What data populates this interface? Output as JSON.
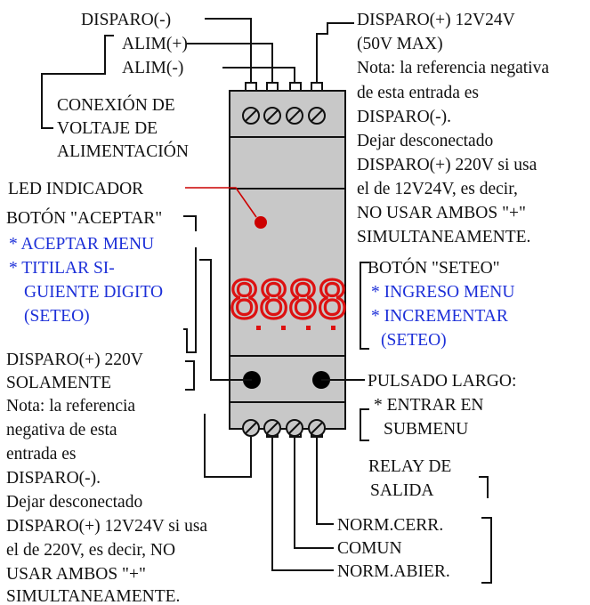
{
  "top_left": {
    "disparo_neg": "DISPARO(-)",
    "alim_pos": "ALIM(+)",
    "alim_neg": "ALIM(-)",
    "conexion": [
      "CONEXIÓN DE",
      "VOLTAJE DE",
      "ALIMENTACIÓN"
    ]
  },
  "top_right": {
    "lines": [
      "DISPARO(+) 12V24V",
      "(50V MAX)",
      "Nota: la referencia negativa",
      "de esta entrada es",
      "DISPARO(-).",
      "Dejar desconectado",
      "DISPARO(+) 220V si usa",
      "el de 12V24V, es decir,",
      "NO USAR AMBOS \"+\"",
      "SIMULTANEAMENTE."
    ]
  },
  "led_label": "LED INDICADOR",
  "aceptar": {
    "title": "BOTÓN \"ACEPTAR\"",
    "items": [
      "* ACEPTAR MENU",
      "* TITILAR SI-",
      "GUIENTE DIGITO",
      "(SETEO)"
    ]
  },
  "seteo": {
    "title": "BOTÓN \"SETEO\"",
    "items": [
      "* INGRESO MENU",
      "* INCREMENTAR",
      "(SETEO)"
    ]
  },
  "display_value": "8888",
  "bottom_left": {
    "lines": [
      "DISPARO(+) 220V",
      "SOLAMENTE",
      "Nota: la referencia",
      "negativa de esta",
      "entrada es",
      "DISPARO(-).",
      "Dejar desconectado",
      "DISPARO(+) 12V24V si usa",
      "el de 220V, es decir, NO",
      "USAR AMBOS \"+\"",
      "SIMULTANEAMENTE."
    ]
  },
  "pulsado": {
    "lines": [
      "PULSADO LARGO:",
      "* ENTRAR EN",
      "SUBMENU"
    ]
  },
  "relay": {
    "title": [
      "RELAY DE",
      "SALIDA"
    ],
    "norm_cerr": "NORM.CERR.",
    "comun": "COMUN",
    "norm_abier": "NORM.ABIER."
  },
  "colors": {
    "housing": "#c8c8c8",
    "display_red": "#dd1111",
    "led_red": "#cc0000",
    "accent_blue": "#1c2fd8"
  }
}
